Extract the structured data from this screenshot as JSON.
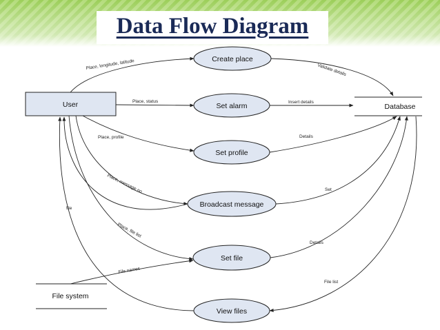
{
  "title": "Data Flow Diagram",
  "colors": {
    "title": "#1a2a57",
    "process_fill": "#dfe6f2",
    "entity_fill": "#dfe6f2",
    "stripe": "#9ccf5a"
  },
  "entities": {
    "user": "User",
    "database": "Database",
    "file_system": "File system"
  },
  "processes": {
    "create_place": "Create place",
    "set_alarm": "Set alarm",
    "set_profile": "Set profile",
    "broadcast_message": "Broadcast message",
    "set_file": "Set file",
    "view_files": "View files"
  },
  "flows": {
    "user_create": "Place, longitude, latitude",
    "create_db": "Validate details",
    "user_alarm": "Place, status",
    "alarm_db": "Insert details",
    "user_profile": "Place, profile",
    "profile_db": "Details",
    "user_broadcast": "Place, message no.",
    "broadcast_db": "Set",
    "file_to_user": "file",
    "user_setfile": "Place, file list",
    "setfile_db": "Details",
    "fs_setfile": "File names",
    "db_view": "File list"
  }
}
